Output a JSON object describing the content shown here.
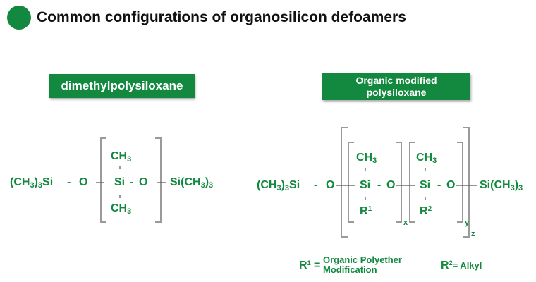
{
  "title": "Common configurations of organosilicon defoamers",
  "colors": {
    "brand_green": "#12893f",
    "bracket_gray": "#9a9a9a"
  },
  "left": {
    "label": "dimethylpolysiloxane",
    "end_left": "(CH3)3Si",
    "dash": "-",
    "o": "O",
    "ch3_top": "CH3",
    "si": "Si",
    "ch3_bottom": "CH3",
    "end_right": "Si(CH3)3"
  },
  "right": {
    "label_line1": "Organic modified",
    "label_line2": "polysiloxane",
    "end_left": "(CH3)3Si",
    "dash": "-",
    "o": "O",
    "unit1_top": "CH3",
    "unit1_si": "Si",
    "unit1_sub_letter": "R",
    "unit1_sub_num": "1",
    "unit2_top": "CH3",
    "unit2_si": "Si",
    "unit2_sub_letter": "R",
    "unit2_sub_num": "2",
    "end_right": "Si(CH3)3",
    "sub_x": "x",
    "sub_y": "y",
    "sub_z": "z"
  },
  "legend": {
    "r1_letter": "R",
    "r1_num": "1",
    "eq": "=",
    "r1_desc_line1": "Organic Polyether",
    "r1_desc_line2": "Modification",
    "r2_letter": "R",
    "r2_num": "2",
    "r2_eq_desc": "= Alkyl"
  }
}
